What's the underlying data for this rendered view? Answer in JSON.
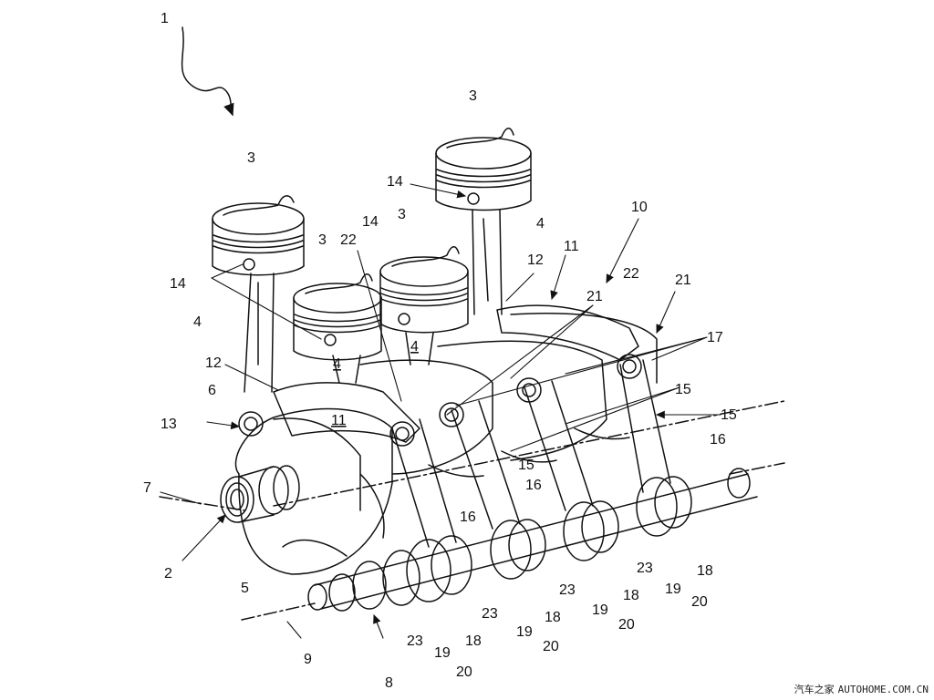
{
  "figure": {
    "labels": {
      "l1": "1",
      "l2": "2",
      "l3": "3",
      "l4": "4",
      "l5": "5",
      "l6": "6",
      "l7": "7",
      "l8": "8",
      "l9": "9",
      "l10": "10",
      "l11": "11",
      "l12": "12",
      "l13": "13",
      "l14": "14",
      "l15": "15",
      "l16": "16",
      "l17": "17",
      "l18": "18",
      "l19": "19",
      "l20": "20",
      "l21": "21",
      "l22": "22",
      "l23": "23"
    }
  },
  "watermark": {
    "cn": "汽车之家",
    "site": "AUTOHOME.COM.CN"
  }
}
